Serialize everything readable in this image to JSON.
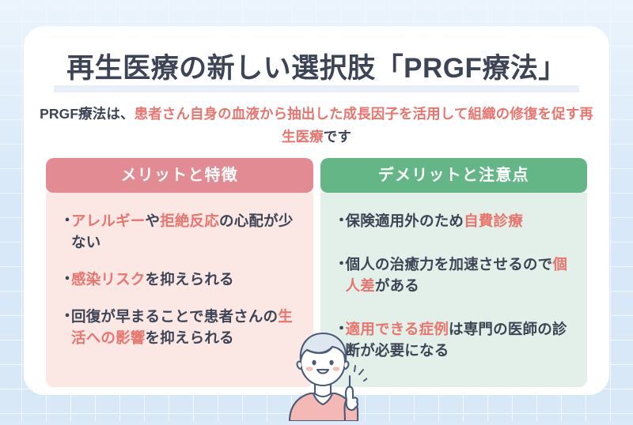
{
  "colors": {
    "page_background": "#d9e8f7",
    "card_background": "#ffffff",
    "text_dark": "#3c4456",
    "highlight_red": "#e8756e",
    "merit_header": "#e28b92",
    "merit_body": "#fbe8e5",
    "demerit_header": "#65b687",
    "demerit_body": "#e3f0e9",
    "title_rule": "#e9eff7"
  },
  "header": {
    "title": "再生医療の新しい選択肢「PRGF療法」"
  },
  "subtitle": {
    "lead": "PRGF療法は、",
    "highlight": "患者さん自身の血液から抽出した成長因子を活用して組織の修復を促す再生医療",
    "tail": "です"
  },
  "panels": [
    {
      "key": "merit",
      "heading": "メリットと特徴",
      "bullet_marker": "・",
      "bullets": [
        {
          "plain_text": "アレルギーや拒絶反応の心配が少ない",
          "segments": [
            {
              "text": "アレルギー",
              "style": "highlight"
            },
            {
              "text": "や",
              "style": "normal"
            },
            {
              "text": "拒絶反応",
              "style": "highlight"
            },
            {
              "text": "の心配が少ない",
              "style": "normal"
            }
          ]
        },
        {
          "plain_text": "感染リスクを抑えられる",
          "segments": [
            {
              "text": "感染リスク",
              "style": "highlight"
            },
            {
              "text": "を抑えられる",
              "style": "normal"
            }
          ]
        },
        {
          "plain_text": "回復が早まることで患者さんの生活への影響を抑えられる",
          "segments": [
            {
              "text": "回復が早まることで患者さんの",
              "style": "normal"
            },
            {
              "text": "生活への影響",
              "style": "highlight"
            },
            {
              "text": "を抑えられる",
              "style": "normal"
            }
          ]
        }
      ]
    },
    {
      "key": "demerit",
      "heading": "デメリットと注意点",
      "bullet_marker": "・",
      "bullets": [
        {
          "plain_text": "保険適用外のため自費診療",
          "segments": [
            {
              "text": "保険適用外のため",
              "style": "normal"
            },
            {
              "text": "自費診療",
              "style": "highlight"
            }
          ]
        },
        {
          "plain_text": "個人の治癒力を加速させるので個人差がある",
          "segments": [
            {
              "text": "個人の治癒力を加速させるので",
              "style": "normal"
            },
            {
              "text": "個人差",
              "style": "highlight"
            },
            {
              "text": "がある",
              "style": "normal"
            }
          ]
        },
        {
          "plain_text": "適用できる症例は専門の医師の診断が必要になる",
          "segments": [
            {
              "text": "適用できる症例",
              "style": "highlight"
            },
            {
              "text": "は専門の医師の診断が必要になる",
              "style": "normal"
            }
          ]
        }
      ]
    }
  ],
  "illustration": {
    "name": "woman-pointing-up-illustration",
    "description": "笑顔の女性が人差し指を立てているイラスト"
  }
}
